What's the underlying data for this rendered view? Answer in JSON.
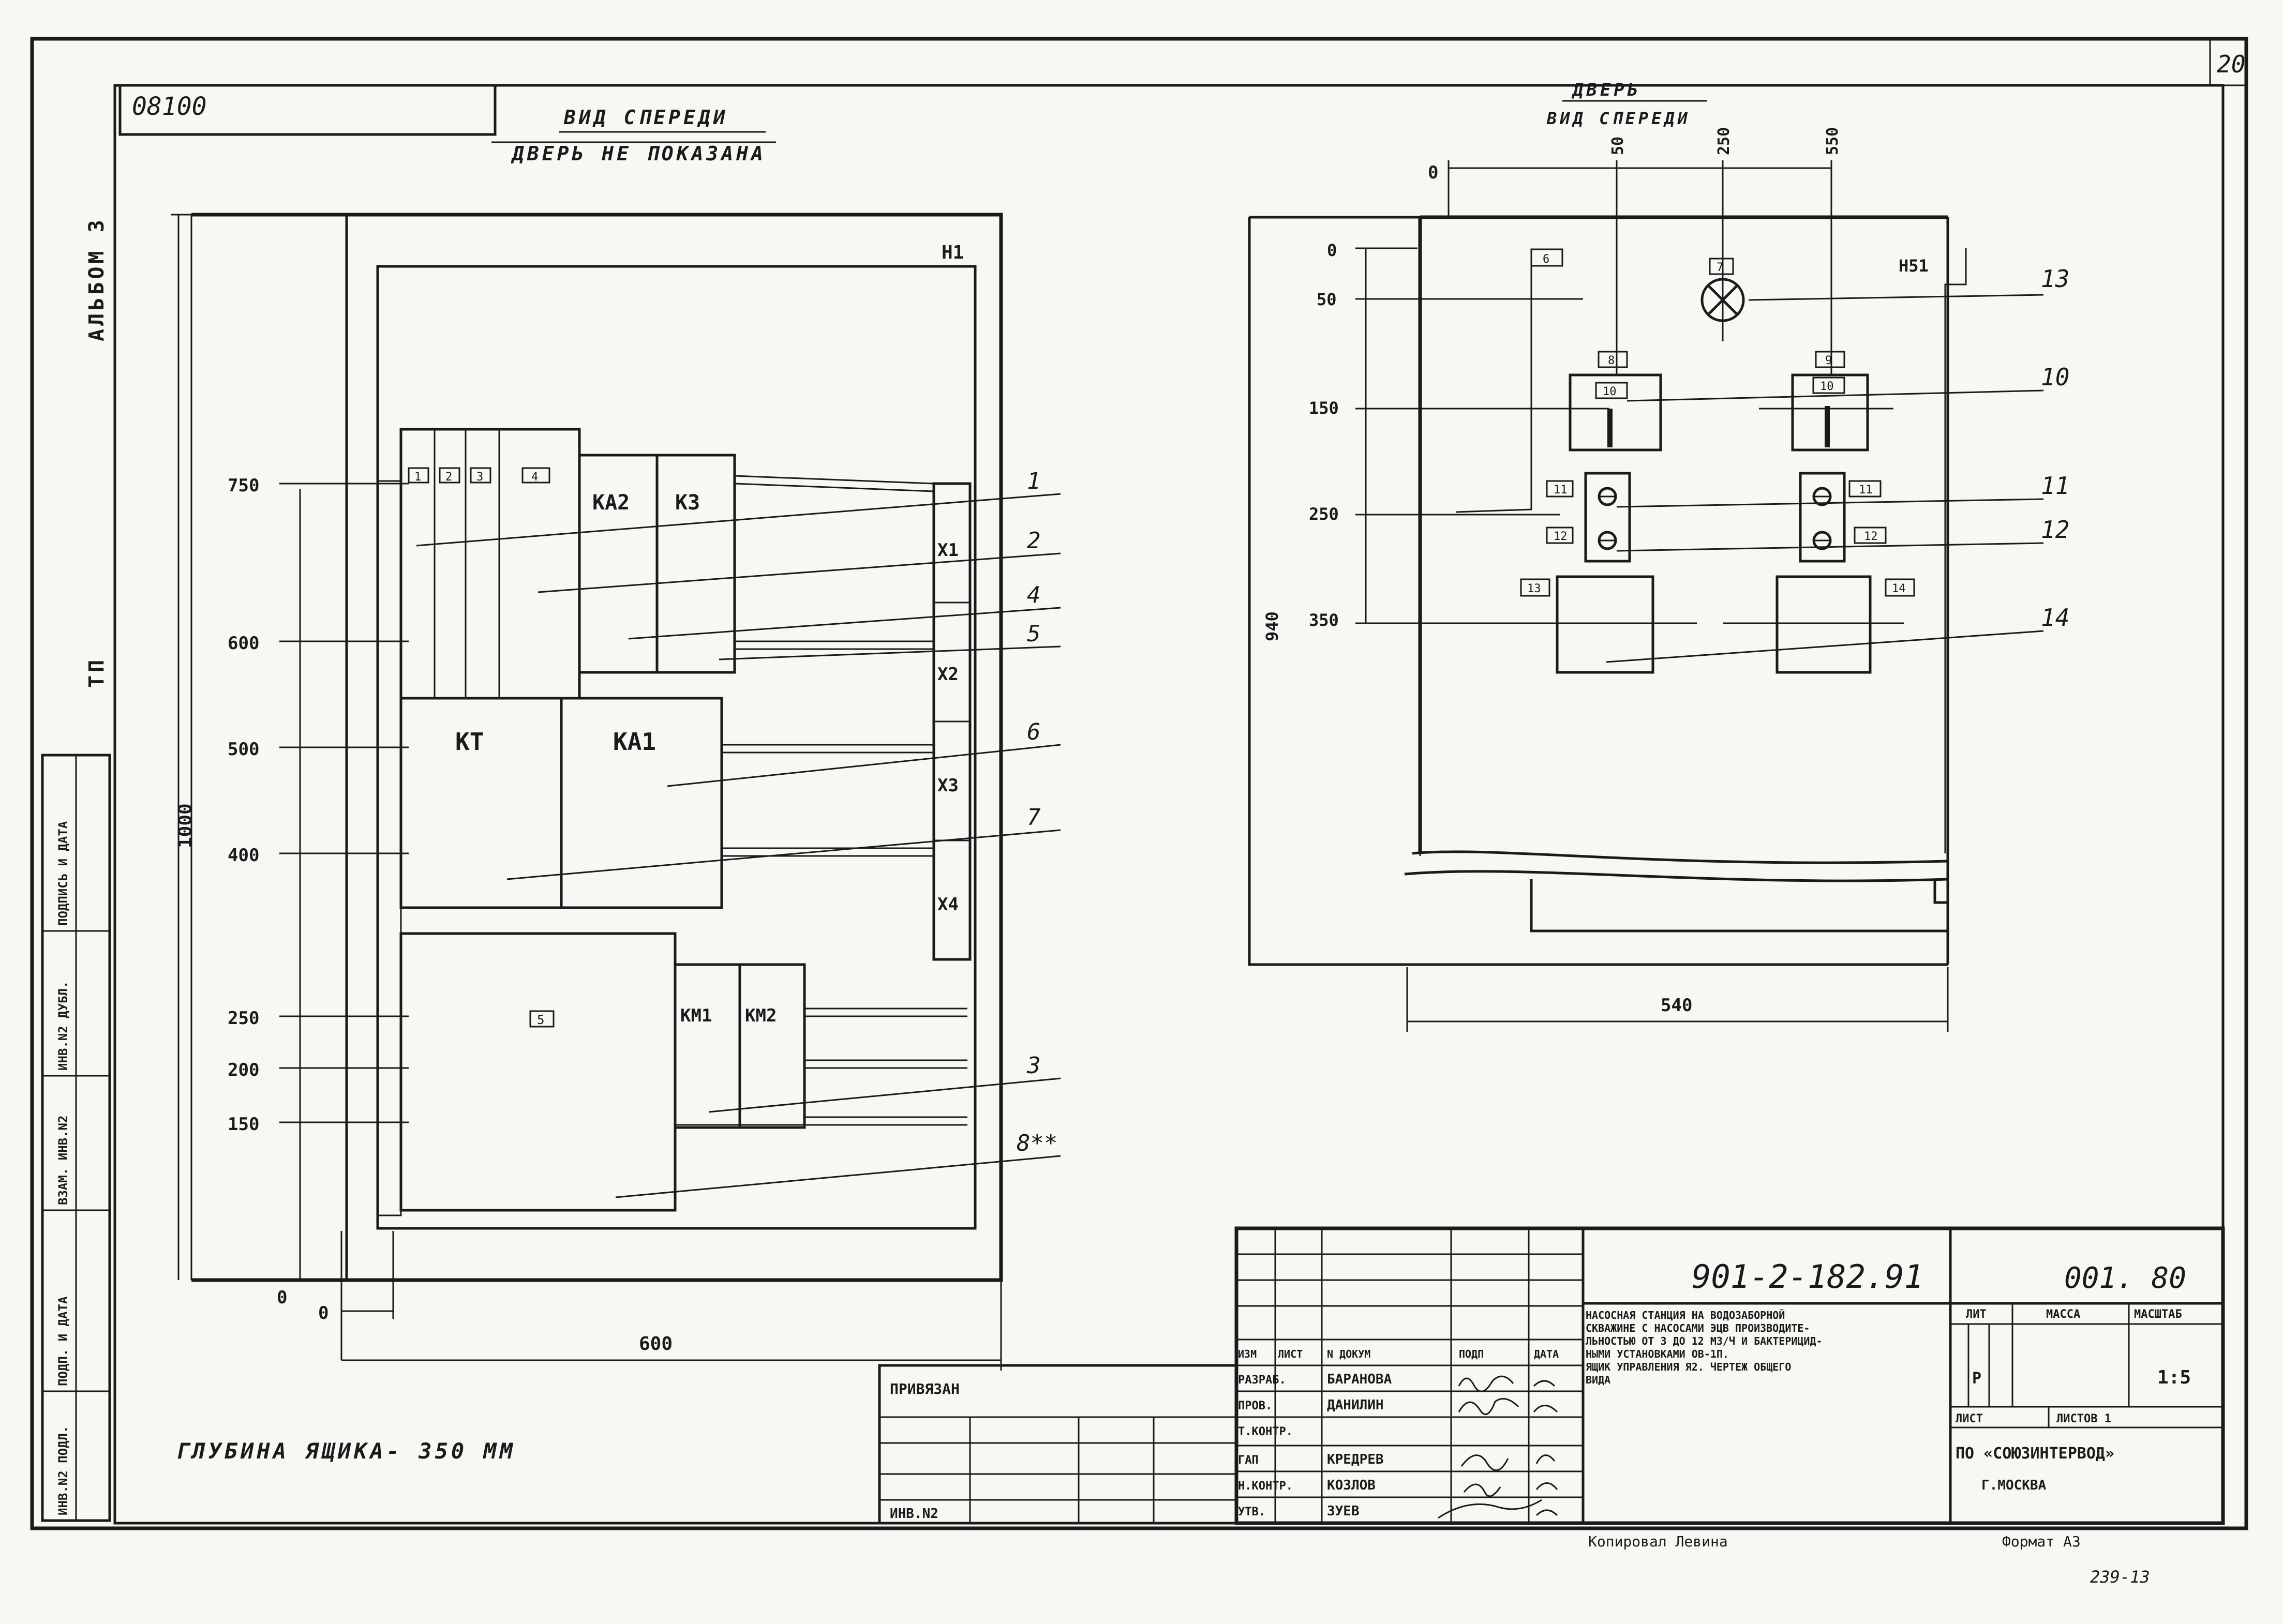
{
  "sheet": {
    "number": "20",
    "code_box": "08100",
    "album": "АЛЬБОМ 3",
    "tp": "ТП",
    "depth_note": "ГЛУБИНА ЯЩИКА- 350 ММ",
    "copied_by": "Копировал Левина",
    "format": "Формат А3",
    "bottom_mark": "239-13"
  },
  "left_view": {
    "title": "ВИД СПЕРЕДИ",
    "subtitle": "ДВЕРЬ НЕ ПОКАЗАНА",
    "cabinet_label": "Н1",
    "height_dim": "1000",
    "width_dim": "600",
    "zero_x": "0",
    "zero_y": "0",
    "y_levels": [
      "750",
      "600",
      "500",
      "400",
      "250",
      "200",
      "150"
    ],
    "components": {
      "top_small_tags": [
        "1",
        "2",
        "3",
        "4"
      ],
      "ka2": "КА2",
      "k3": "К3",
      "kt": "КТ",
      "ka1": "КА1",
      "box5": "5",
      "km1": "КМ1",
      "km2": "КМ2",
      "terminals": [
        "Х1",
        "Х2",
        "Х3",
        "Х4"
      ]
    },
    "callouts": [
      "1",
      "2",
      "4",
      "5",
      "6",
      "7",
      "3",
      "8**"
    ]
  },
  "right_view": {
    "title": "ДВЕРЬ",
    "subtitle": "ВИД СПЕРЕДИ",
    "panel_label": "Н51",
    "top_dims": [
      "0",
      "50",
      "250",
      "550"
    ],
    "y_levels": [
      "0",
      "50",
      "150",
      "250",
      "350"
    ],
    "height_dim": "940",
    "width_dim": "540",
    "tags": [
      "6",
      "7",
      "8",
      "9",
      "10",
      "10",
      "11",
      "11",
      "12",
      "12",
      "13",
      "14"
    ],
    "callouts": [
      "13",
      "10",
      "11",
      "12",
      "14"
    ]
  },
  "title_block": {
    "doc_number": "901-2-182.91",
    "sheet_code": "001. 80",
    "description_lines": [
      "НАСОСНАЯ СТАНЦИЯ НА ВОДОЗАБОРНОЙ",
      "СКВАЖИНЕ С НАСОСАМИ ЭЦВ ПРОИЗВОДИТЕ-",
      "ЛЬНОСТЬЮ ОТ 3 ДО 12 М3/Ч И БАКТЕРИЦИД-",
      "НЫМИ УСТАНОВКАМИ ОВ-1П.",
      "ЯЩИК УПРАВЛЕНИЯ Я2. ЧЕРТЕЖ ОБЩЕГО",
      "ВИДА"
    ],
    "headers": [
      "ИЗМ",
      "ЛИСТ",
      "N ДОКУМ",
      "ПОДП",
      "ДАТА"
    ],
    "roles": [
      "РАЗРАБ.",
      "ПРОВ.",
      "Т.КОНТР.",
      "ГАП",
      "Н.КОНТР.",
      "УТВ."
    ],
    "names": [
      "БАРАНОВА",
      "ДАНИЛИН",
      "",
      "КРЕДРЕВ",
      "КОЗЛОВ",
      "ЗУЕВ"
    ],
    "lit": "ЛИТ",
    "mass": "МАССА",
    "scale_hdr": "МАСШТАБ",
    "stage": "Р",
    "scale": "1:5",
    "sheet_lbl": "ЛИСТ",
    "sheets_lbl": "ЛИСТОВ 1",
    "org_line1": "ПО «СОЮЗИНТЕРВОД»",
    "org_line2": "Г.МОСКВА",
    "binding": "ПРИВЯЗАН",
    "inv": "ИНВ.N2"
  },
  "side_stamp": [
    "ИНВ.N2 ПОДЛ.",
    "ПОДП. И ДАТА",
    "ВЗАМ. ИНВ.N2",
    "ИНВ.N2 ДУБЛ.",
    "ПОДПИСЬ И ДАТА"
  ]
}
